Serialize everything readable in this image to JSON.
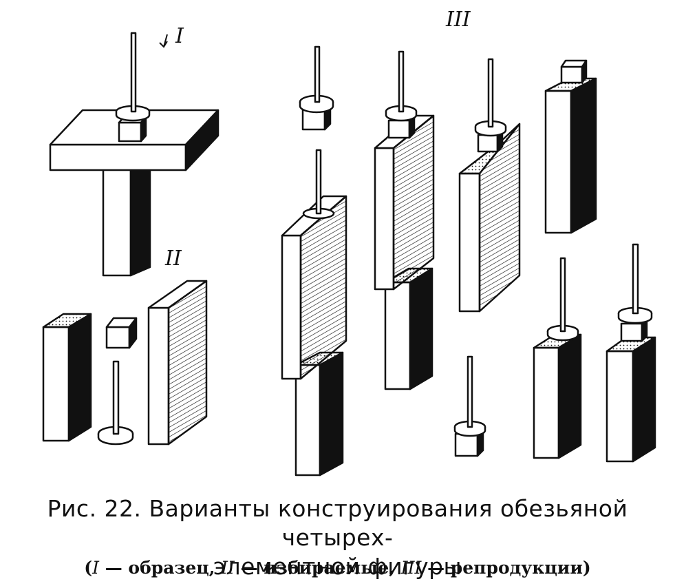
{
  "labels": {
    "group_1": "I",
    "group_2": "II",
    "group_3": "III"
  },
  "caption": {
    "line1": "Рис. 22. Варианты конструирования обезьяной четырех-",
    "line2": "элементной фигуры"
  },
  "legend": {
    "open": "(",
    "n1": "I",
    "t1": " — образец, ",
    "n2": "II",
    "t2": " — избираемые, ",
    "n3": "III",
    "t3": " — репродукции",
    "close": ")"
  }
}
